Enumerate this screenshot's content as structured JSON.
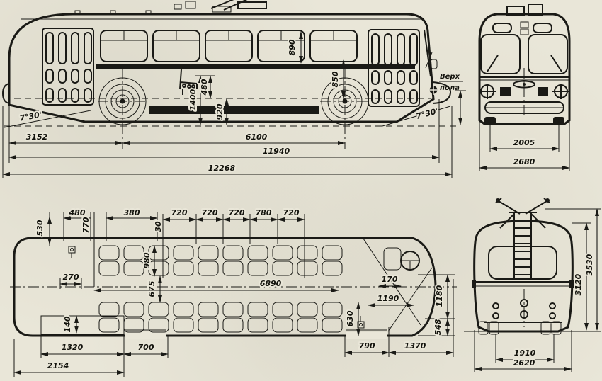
{
  "colors": {
    "paper": "#e9e6d8",
    "ink": "#1a1a16"
  },
  "side_view": {
    "angle_rear": "7°30'",
    "angle_front": "7°30'",
    "dim_rear_overhang": "3152",
    "dim_wheelbase": "6100",
    "dim_body_length": "11940",
    "dim_total_length": "12268",
    "dim_seat_top_height": "1400",
    "dim_seat_height": "480",
    "dim_floor_height": "920",
    "dim_window_height": "890",
    "dim_belt_height": "850",
    "floor_note_line1": "Верх",
    "floor_note_line2": "пола"
  },
  "front_view": {
    "dim_track": "2005",
    "dim_width": "2680"
  },
  "plan_view": {
    "dim_530": "530",
    "dim_480": "480",
    "dim_770": "770",
    "dim_380": "380",
    "dim_30": "30",
    "pitch_dims": [
      "720",
      "720",
      "720",
      "780",
      "720"
    ],
    "dim_270": "270",
    "dim_seat_pair": "980",
    "dim_aisle_width": "675",
    "dim_aisle_length": "6890",
    "dim_170": "170",
    "dim_1190": "1190",
    "dim_630": "630",
    "dim_1180": "1180",
    "dim_548": "548",
    "dim_140": "140",
    "dim_1320": "1320",
    "dim_700": "700",
    "dim_2154": "2154",
    "dim_790": "790",
    "dim_1370": "1370"
  },
  "rear_view": {
    "dim_body_height": "3120",
    "dim_total_height": "3530",
    "dim_track": "1910",
    "dim_width": "2620"
  }
}
